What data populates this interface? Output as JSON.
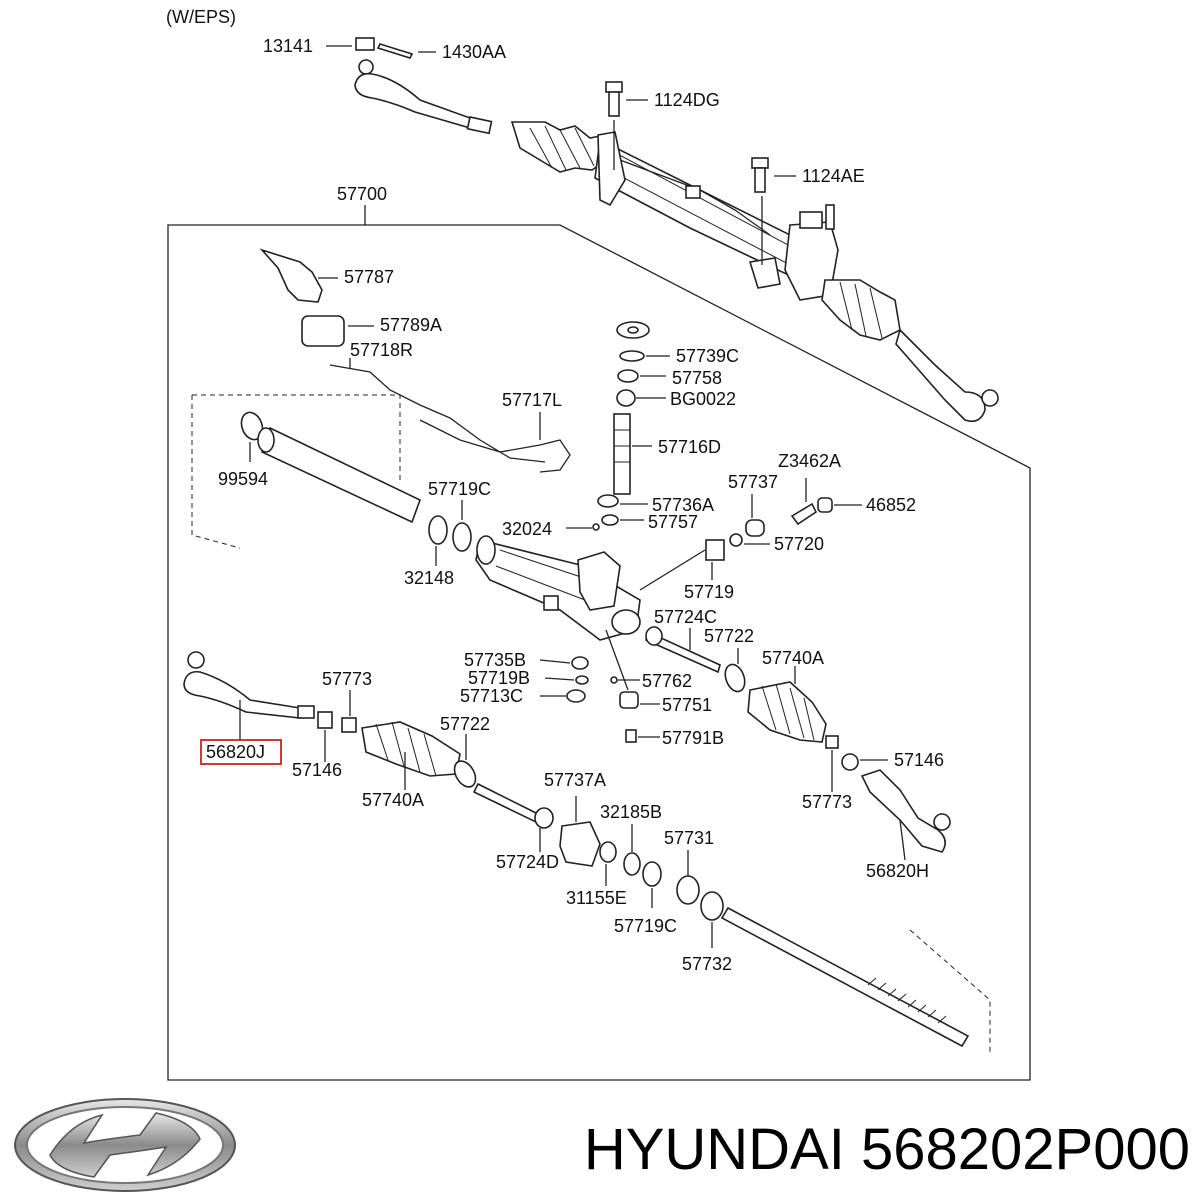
{
  "header": {
    "variant": "(W/EPS)"
  },
  "brand": {
    "name": "HYUNDAI",
    "part_number": "568202P000"
  },
  "logo": {
    "icon": "hyundai-logo-icon"
  },
  "highlight": {
    "part": "56820J",
    "color": "#cc2222"
  },
  "parts": {
    "p13141": "13141",
    "p1430AA": "1430AA",
    "p1124DG": "1124DG",
    "p1124AE": "1124AE",
    "p57700": "57700",
    "p57787": "57787",
    "p57789A": "57789A",
    "p57718R": "57718R",
    "p57717L": "57717L",
    "p99594": "99594",
    "p57719C_a": "57719C",
    "p32148": "32148",
    "p57739C": "57739C",
    "p57758": "57758",
    "pBG0022": "BG0022",
    "p57716D": "57716D",
    "pZ3462A": "Z3462A",
    "p57737": "57737",
    "p46852": "46852",
    "p57736A": "57736A",
    "p32024": "32024",
    "p57757": "57757",
    "p57720": "57720",
    "p57719": "57719",
    "p57724C": "57724C",
    "p57722_a": "57722",
    "p57740A_a": "57740A",
    "p57735B": "57735B",
    "p57719B": "57719B",
    "p57713C": "57713C",
    "p57762": "57762",
    "p57751": "57751",
    "p57791B": "57791B",
    "p57773_a": "57773",
    "p56820J": "56820J",
    "p57146_a": "57146",
    "p57722_b": "57722",
    "p57740A_b": "57740A",
    "p57737A": "57737A",
    "p32185B": "32185B",
    "p57724D": "57724D",
    "p57731": "57731",
    "p31155E": "31155E",
    "p57719C_b": "57719C",
    "p57732": "57732",
    "p57146_b": "57146",
    "p57773_b": "57773",
    "p56820H": "56820H"
  }
}
